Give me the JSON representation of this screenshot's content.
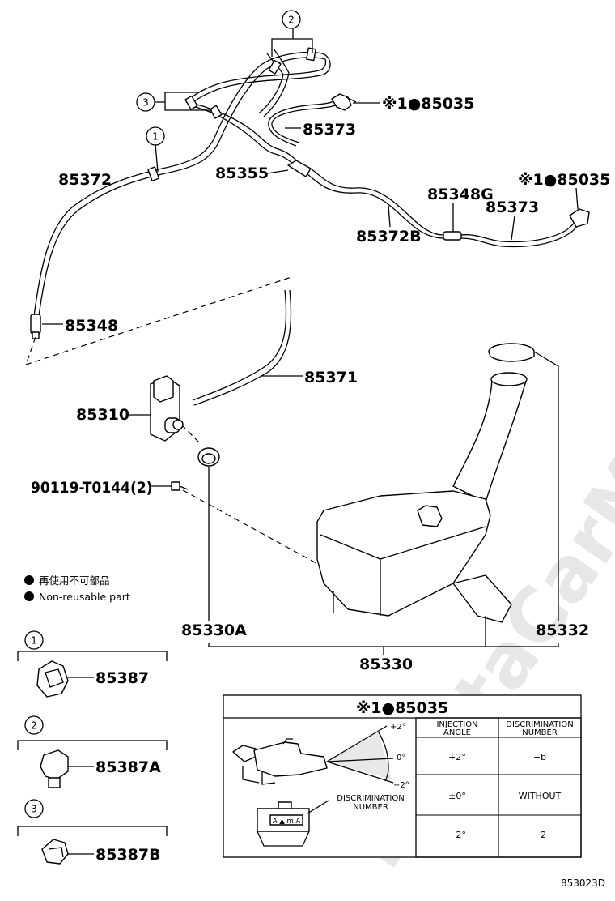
{
  "watermark": "ToyotaCarMine.ru",
  "diagram_code": "853023D",
  "callouts": {
    "c1": "1",
    "c2": "2",
    "c3": "3"
  },
  "parts": {
    "p85035_top": "※1●85035",
    "p85373_top": "85373",
    "p85372": "85372",
    "p85355": "85355",
    "p85035_right": "※1●85035",
    "p85348g": "85348G",
    "p85373_right": "85373",
    "p85372b": "85372B",
    "p85348": "85348",
    "p85371": "85371",
    "p85310": "85310",
    "p90119": "90119-T0144(2)",
    "p85330a": "85330A",
    "p85332": "85332",
    "p85330": "85330"
  },
  "legend": {
    "jp": "再使用不可部品",
    "en": "Non-reusable part"
  },
  "clips": [
    {
      "num": "1",
      "part": "85387"
    },
    {
      "num": "2",
      "part": "85387A"
    },
    {
      "num": "3",
      "part": "85387B"
    }
  ],
  "detail": {
    "title": "※1●85035",
    "angles": {
      "plus": "+2°",
      "zero": "0°",
      "minus": "−2°"
    },
    "disc_label_1": "DISCRIMINATION",
    "disc_label_2": "NUMBER",
    "marking": "A ▲ m A",
    "table": {
      "header_1a": "INJECTION",
      "header_1b": "ANGLE",
      "header_2a": "DISCRIMINATION",
      "header_2b": "NUMBER",
      "rows": [
        {
          "angle": "+2°",
          "number": "+b"
        },
        {
          "angle": "±0°",
          "number": "WITHOUT"
        },
        {
          "angle": "−2°",
          "number": "−2"
        }
      ]
    }
  }
}
